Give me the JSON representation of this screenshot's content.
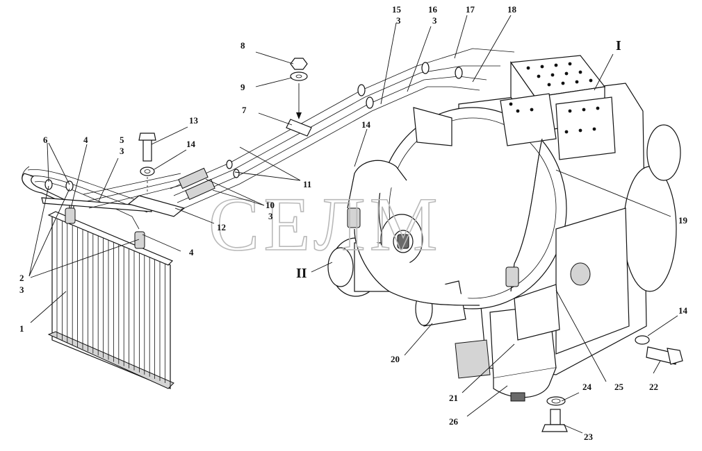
{
  "watermark": "СЕЛМ",
  "callouts": [
    {
      "id": "c1",
      "text": "1"
    },
    {
      "id": "c2",
      "text": "2"
    },
    {
      "id": "c2b",
      "text": "3"
    },
    {
      "id": "c4a",
      "text": "4"
    },
    {
      "id": "c4b",
      "text": "4"
    },
    {
      "id": "c5",
      "text": "5"
    },
    {
      "id": "c5b",
      "text": "3"
    },
    {
      "id": "c6",
      "text": "6"
    },
    {
      "id": "c7",
      "text": "7"
    },
    {
      "id": "c8",
      "text": "8"
    },
    {
      "id": "c9",
      "text": "9"
    },
    {
      "id": "c10",
      "text": "10"
    },
    {
      "id": "c10b",
      "text": "3"
    },
    {
      "id": "c11",
      "text": "11"
    },
    {
      "id": "c12",
      "text": "12"
    },
    {
      "id": "c13",
      "text": "13"
    },
    {
      "id": "c14a",
      "text": "14"
    },
    {
      "id": "c14b",
      "text": "14"
    },
    {
      "id": "c14c",
      "text": "14"
    },
    {
      "id": "c15",
      "text": "15"
    },
    {
      "id": "c15b",
      "text": "3"
    },
    {
      "id": "c16",
      "text": "16"
    },
    {
      "id": "c16b",
      "text": "3"
    },
    {
      "id": "c17",
      "text": "17"
    },
    {
      "id": "c18",
      "text": "18"
    },
    {
      "id": "c19",
      "text": "19"
    },
    {
      "id": "c20",
      "text": "20"
    },
    {
      "id": "c21",
      "text": "21"
    },
    {
      "id": "c22",
      "text": "22"
    },
    {
      "id": "c23",
      "text": "23"
    },
    {
      "id": "c24",
      "text": "24"
    },
    {
      "id": "c25",
      "text": "25"
    },
    {
      "id": "c26",
      "text": "26"
    },
    {
      "id": "cI",
      "text": "I"
    },
    {
      "id": "cII",
      "text": "II"
    }
  ]
}
